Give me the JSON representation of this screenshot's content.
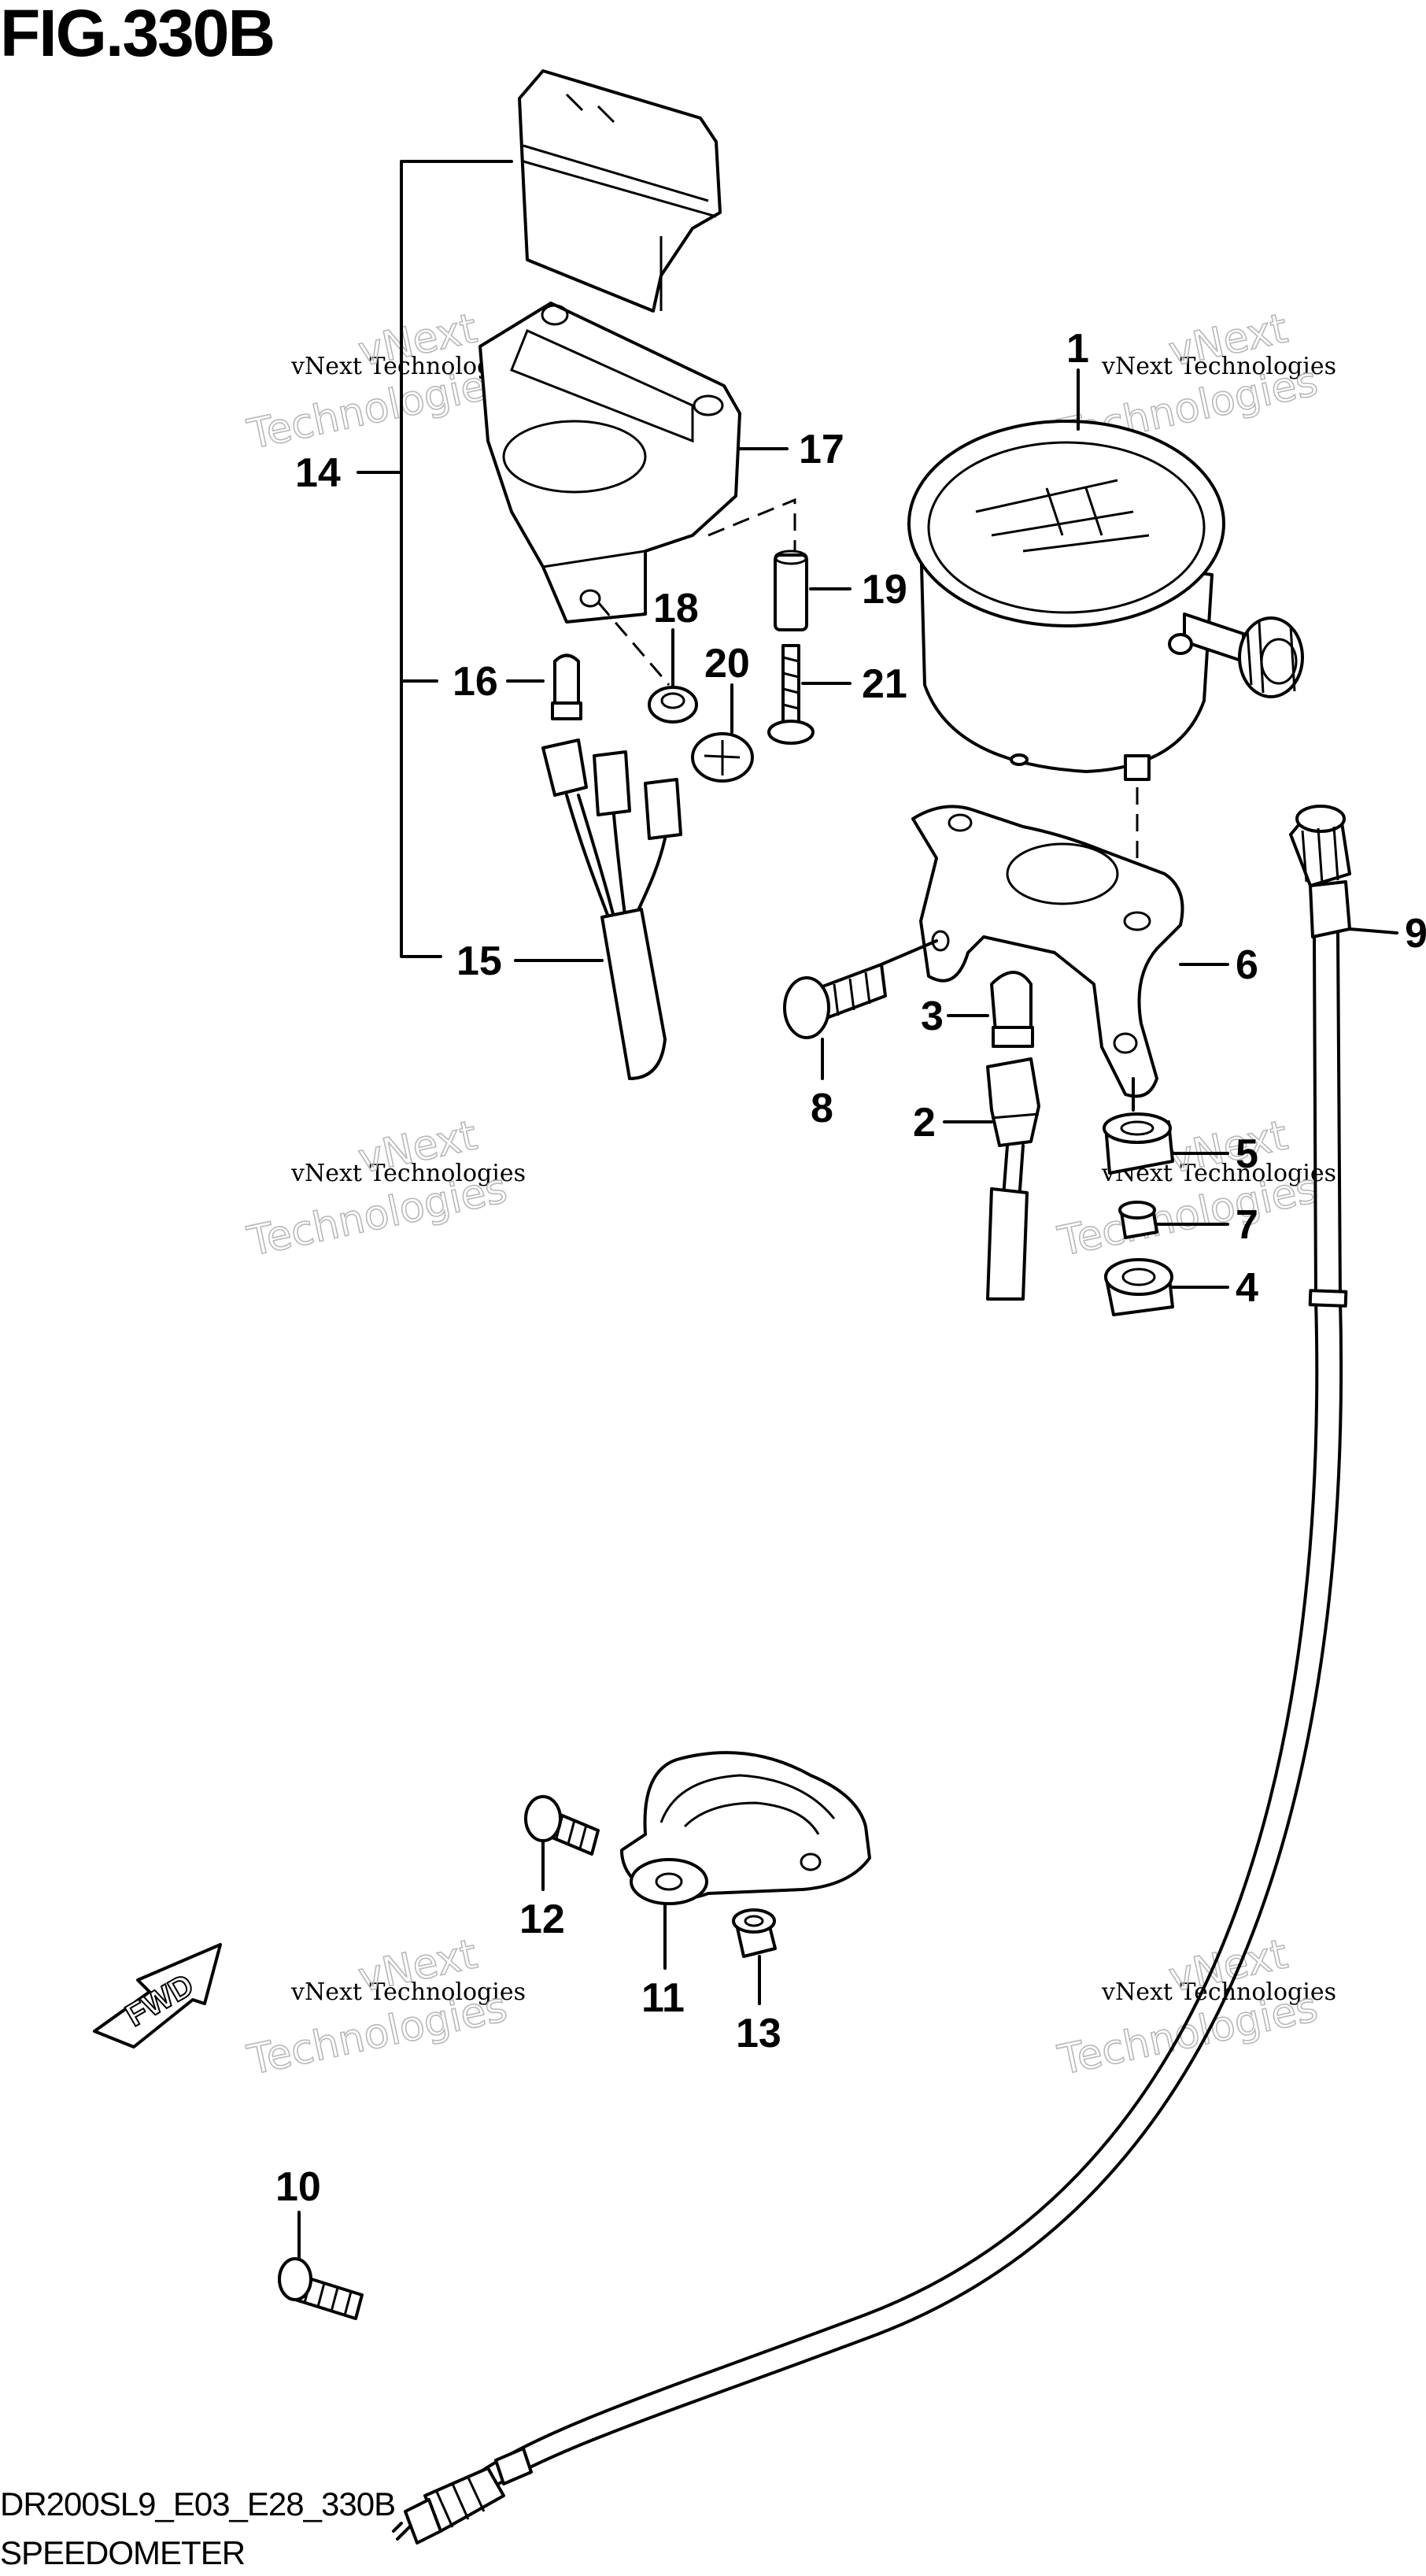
{
  "figure": {
    "title": "FIG.330B",
    "code": "DR200SL9_E03_E28_330B",
    "name": "SPEEDOMETER"
  },
  "callouts": [
    "1",
    "2",
    "3",
    "4",
    "5",
    "6",
    "7",
    "8",
    "9",
    "10",
    "11",
    "12",
    "13",
    "14",
    "15",
    "16",
    "17",
    "18",
    "19",
    "20",
    "21"
  ],
  "watermark": {
    "line1": "vNext Technologies",
    "line2": "vNext",
    "line3": "Technologies"
  },
  "fwd_label": "FWD"
}
